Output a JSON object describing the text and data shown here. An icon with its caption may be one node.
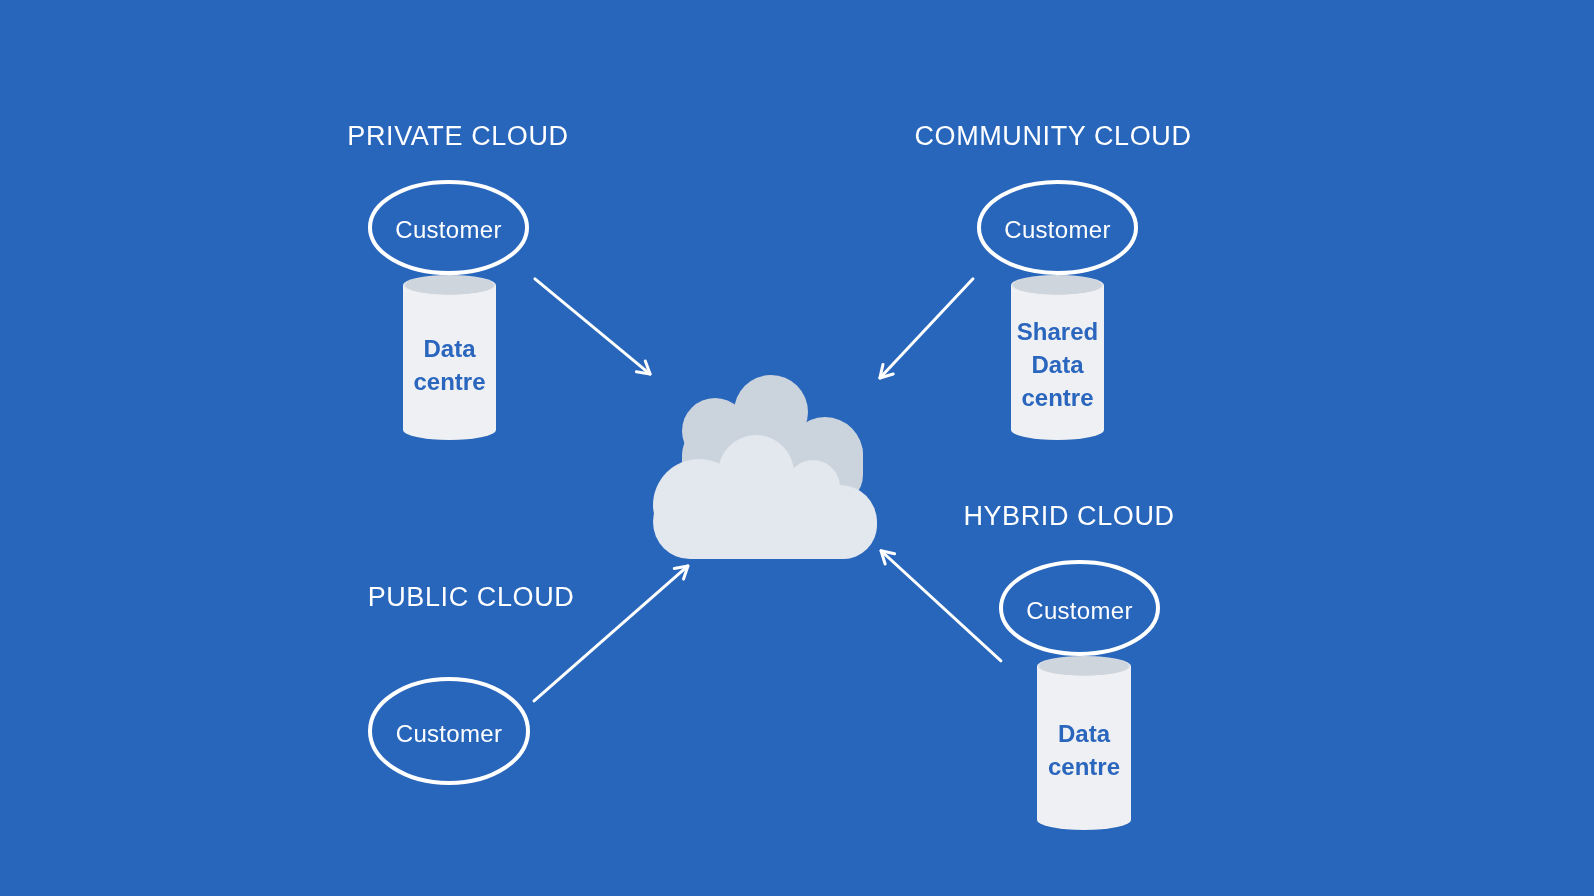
{
  "diagram": {
    "nodes": [
      {
        "text": [
          "Customer"
        ]
      },
      {
        "text": [
          "Data centre"
        ]
      },
      {
        "text": [
          "Customer"
        ]
      },
      {
        "text": [
          "Shared Data centre"
        ]
      },
      {
        "text": [],
        "shape": "cloud"
      },
      {
        "text": [
          "Customer"
        ]
      },
      {
        "text": [
          "Data centre"
        ]
      },
      {
        "text": [
          "Customer"
        ]
      }
    ],
    "edges": [
      {
        "from": 0,
        "to": 4,
        "arrow": "to"
      },
      {
        "from": 2,
        "to": 4,
        "arrow": "to"
      },
      {
        "from": 5,
        "to": 4,
        "arrow": "to"
      },
      {
        "from": 7,
        "to": 4,
        "arrow": "to"
      }
    ],
    "labels": [
      "PRIVATE CLOUD",
      "COMMUNITY CLOUD",
      "HYBRID CLOUD",
      "PUBLIC CLOUD"
    ]
  }
}
